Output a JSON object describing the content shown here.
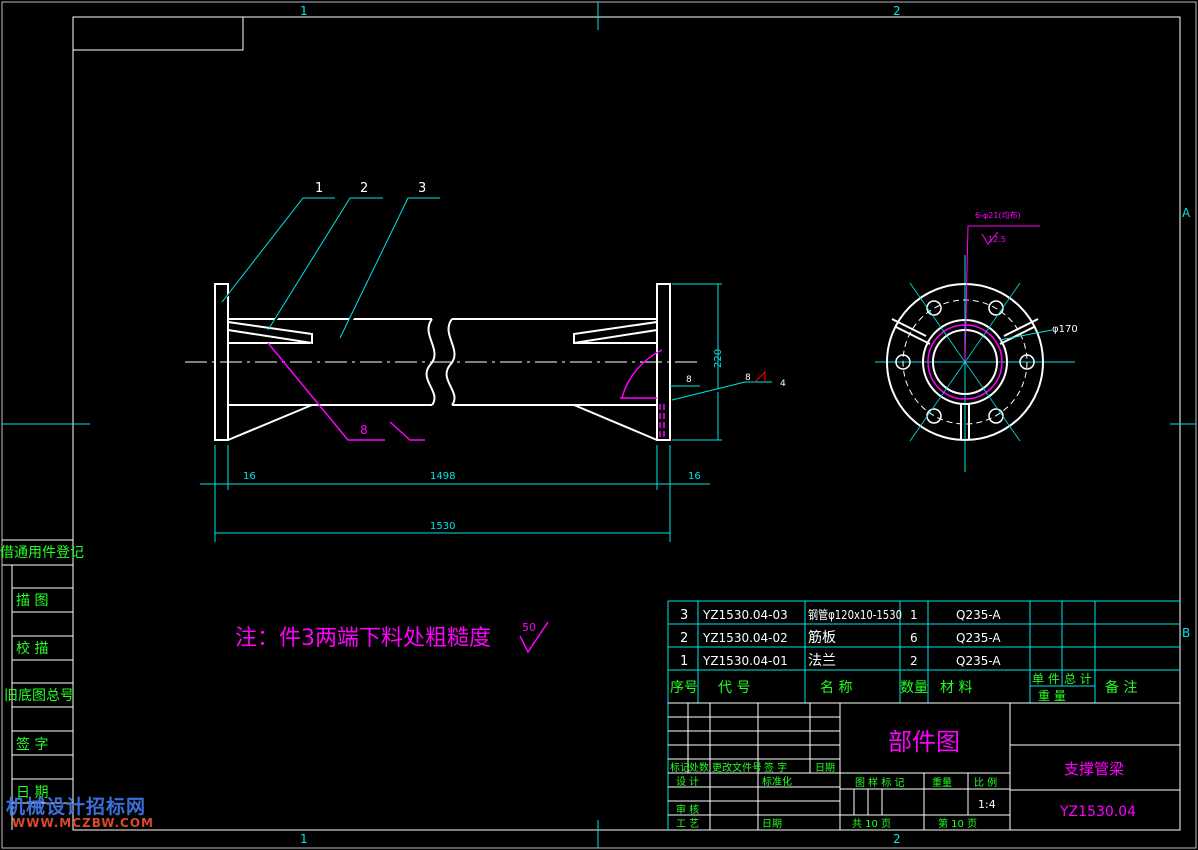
{
  "frame": {
    "zone_cols": [
      "1",
      "2"
    ],
    "zone_rows": [
      "A",
      "B"
    ]
  },
  "drawing": {
    "leaders": [
      "1",
      "2",
      "3"
    ],
    "dims": {
      "height": "220",
      "left_16": "16",
      "length_1498": "1498",
      "right_16": "16",
      "total_1530": "1530",
      "weld_8a": "8",
      "weld_8b": "8",
      "weld_8c": "8",
      "weld_4": "4"
    },
    "end_view": {
      "holes_note": "6-φ21(均布)",
      "roughness": "12.5",
      "diameter": "φ170"
    },
    "note": "注：件3两端下料处粗糙度",
    "note_roughness": "50"
  },
  "side_table": {
    "header": "借通用件登记",
    "rows": [
      "描  图",
      "校  描",
      "旧底图总号",
      "签  字",
      "日  期"
    ]
  },
  "bom": {
    "rows": [
      {
        "no": "3",
        "code": "YZ1530.04-03",
        "name": "钢管φ120x10-1530",
        "qty": "1",
        "material": "Q235-A"
      },
      {
        "no": "2",
        "code": "YZ1530.04-02",
        "name": "筋板",
        "qty": "6",
        "material": "Q235-A"
      },
      {
        "no": "1",
        "code": "YZ1530.04-01",
        "name": "法兰",
        "qty": "2",
        "material": "Q235-A"
      }
    ],
    "header": {
      "no": "序号",
      "code": "代    号",
      "name": "名    称",
      "qty": "数量",
      "material": "材    料",
      "unit": "单 件",
      "total": "总 计",
      "weight": "重    量",
      "remark": "备    注"
    }
  },
  "title_block": {
    "drawing_kind": "部件图",
    "part_name": "支撑管梁",
    "drawing_no": "YZ1530.04",
    "change_labels": [
      "标记",
      "处数",
      "更改文件号",
      "签  字",
      "日期"
    ],
    "design": "设  计",
    "standard": "标准化",
    "review": "审  核",
    "process": "工  艺",
    "date": "日期",
    "stage": "图 样 标 记",
    "weight": "重量",
    "scale_label": "比 例",
    "scale": "1:4",
    "total_pages": "共  10  页",
    "page": "第  10  页"
  },
  "watermark": {
    "line1": "机械设计招标网",
    "line2": "WWW.MCZBW.COM"
  },
  "colors": {
    "frame": "#ffffff",
    "dim": "#00e5e5",
    "annot": "#ff00ff",
    "text_white": "#ffffff",
    "green": "#22ff22",
    "yellow": "#ffff00"
  }
}
